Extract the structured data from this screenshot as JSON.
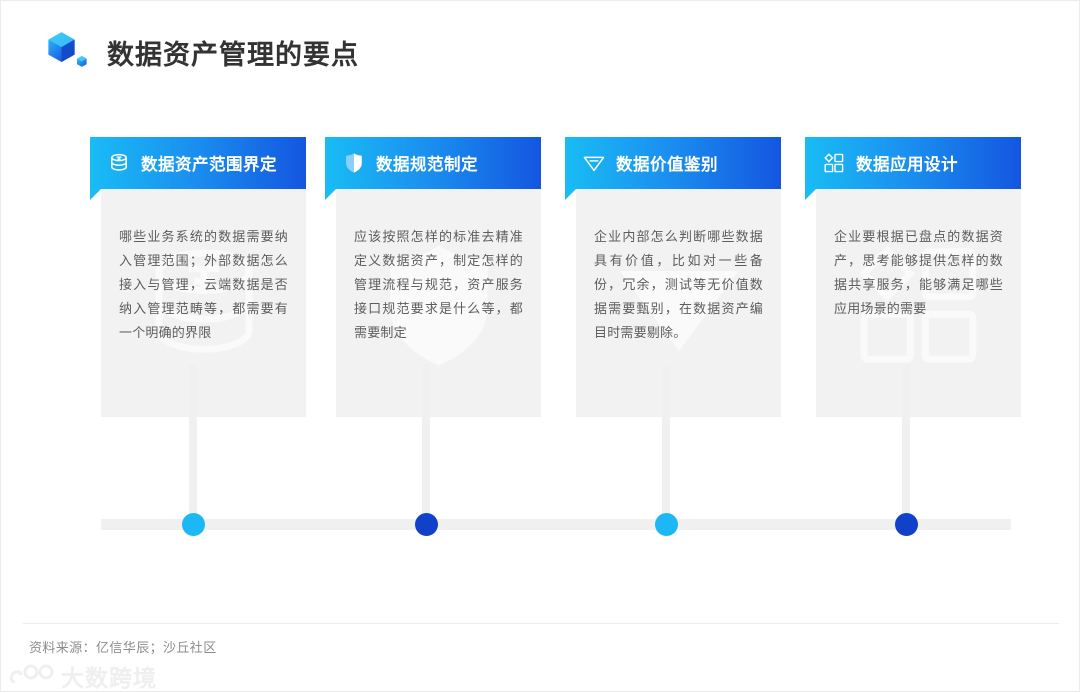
{
  "page": {
    "title": "数据资产管理的要点",
    "logo_icon": "blue-cube-logo-icon",
    "background": "#ffffff"
  },
  "colors": {
    "gradient_start": "#19bcf4",
    "gradient_end": "#1456e0",
    "card_body_bg": "#f2f2f2",
    "timeline_bar": "#f0f0f0",
    "dot_cyan": "#1cb8f5",
    "dot_blue": "#1041c8",
    "title_text": "#333333",
    "body_text": "#5d5d5d",
    "source_text": "#8c8c8c"
  },
  "cards": [
    {
      "index": 1,
      "icon": "database-stack-icon",
      "title": "数据资产范围界定",
      "body": "哪些业务系统的数据需要纳入管理范围；外部数据怎么接入与管理，云端数据是否纳入管理范畴等，都需要有一个明确的界限",
      "dot_color": "#1cb8f5"
    },
    {
      "index": 2,
      "icon": "shield-icon",
      "title": "数据规范制定",
      "body": "应该按照怎样的标准去精准定义数据资产，制定怎样的管理流程与规范，资产服务接口规范要求是什么等，都需要制定",
      "dot_color": "#1041c8"
    },
    {
      "index": 3,
      "icon": "diamond-gem-icon",
      "title": "数据价值鉴别",
      "body": "企业内部怎么判断哪些数据具有价值，比如对一些备份，冗余，测试等无价值数据需要甄别，在数据资产编目时需要剔除。",
      "dot_color": "#1cb8f5"
    },
    {
      "index": 4,
      "icon": "shapes-layout-icon",
      "title": "数据应用设计",
      "body": "企业要根据已盘点的数据资产，思考能够提供怎样的数据共享服务，能够满足哪些应用场景的需要",
      "dot_color": "#1041c8"
    }
  ],
  "footer": {
    "source": "资料来源：亿信华辰；沙丘社区",
    "watermark_text": "大数跨境",
    "watermark_icon": "dsj-logo-icon"
  }
}
